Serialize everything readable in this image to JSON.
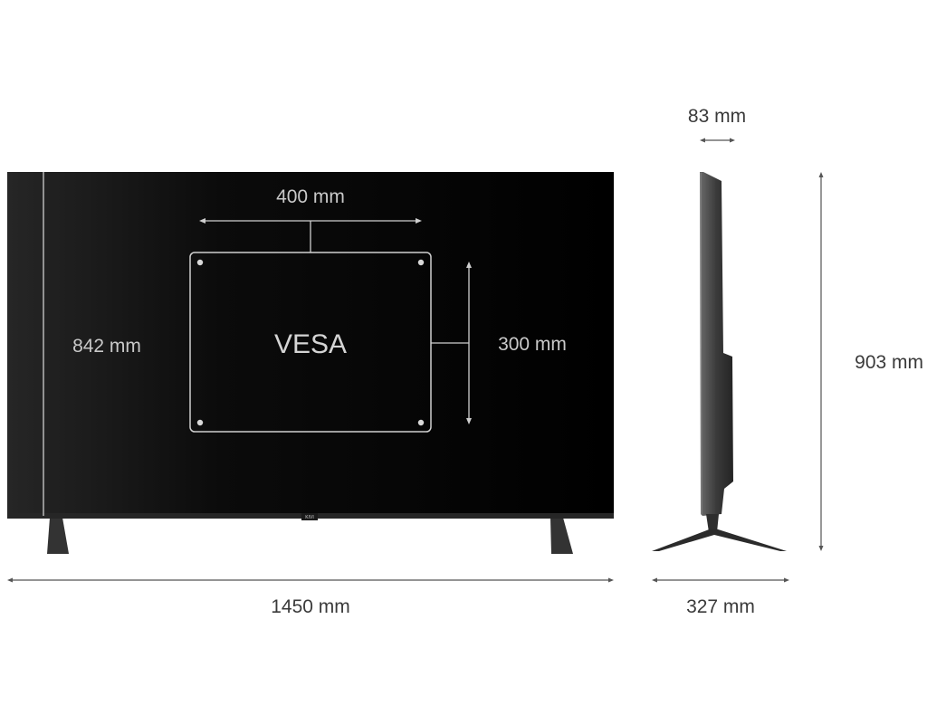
{
  "dimensions": {
    "width": "1450 mm",
    "screen_height": "842 mm",
    "total_height": "903 mm",
    "depth_panel": "83 mm",
    "depth_stand": "327 mm",
    "vesa_width": "400 mm",
    "vesa_height": "300 mm"
  },
  "vesa_label": "VESA",
  "brand_label": "KIVI",
  "colors": {
    "panel": "#000000",
    "frame": "#2a2a2a",
    "line_dark": "#555555",
    "line_light": "#cfcfcf"
  }
}
